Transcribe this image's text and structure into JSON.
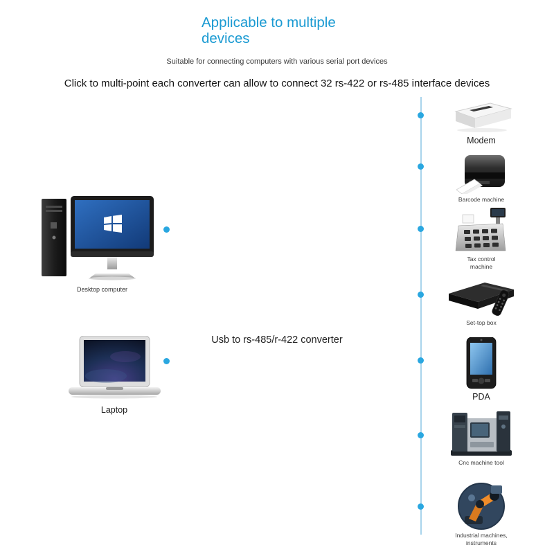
{
  "page": {
    "title": "Applicable to multiple devices",
    "subtitle": "Suitable for connecting computers with various serial port devices",
    "headline": "Click to multi-point each converter can allow to connect 32 rs-422 or rs-485 interface devices",
    "center_label": "Usb to rs-485/r-422 converter"
  },
  "colors": {
    "accent": "#1a9ad2",
    "connector": "#2aa7e0",
    "connector_line": "#a9d4ec"
  },
  "left_devices": [
    {
      "id": "desktop-computer",
      "label": "Desktop computer"
    },
    {
      "id": "laptop",
      "label": "Laptop"
    }
  ],
  "right_devices": [
    {
      "id": "modem",
      "label": "Modem"
    },
    {
      "id": "barcode-machine",
      "label": "Barcode machine"
    },
    {
      "id": "tax-control-machine",
      "label": "Tax control machine"
    },
    {
      "id": "set-top-box",
      "label": "Set-top box"
    },
    {
      "id": "pda",
      "label": "PDA"
    },
    {
      "id": "cnc-machine-tool",
      "label": "Cnc machine tool"
    },
    {
      "id": "industrial-machines",
      "label": "Industrial machines, instruments"
    }
  ]
}
